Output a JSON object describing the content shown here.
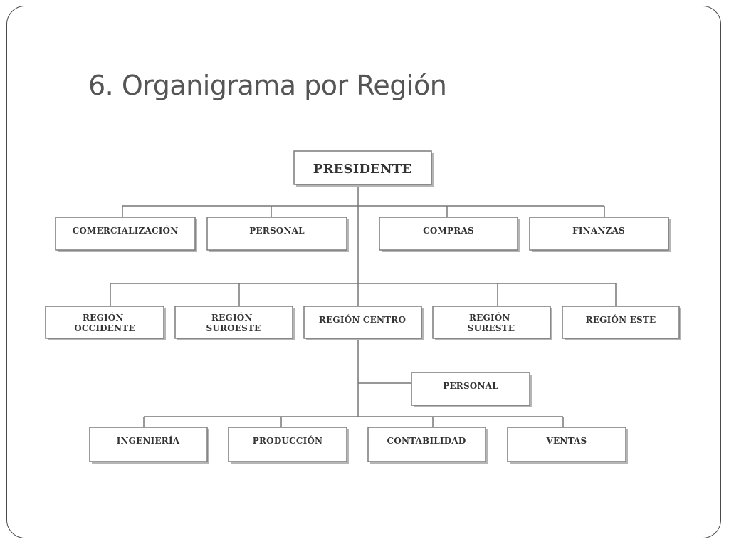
{
  "title": "6. Organigrama por Región",
  "org_chart": {
    "president": "PRESIDENTE",
    "departments": [
      "COMERCIALIZACIÓN",
      "PERSONAL",
      "COMPRAS",
      "FINANZAS"
    ],
    "regions": [
      [
        "REGIÓN",
        "OCCIDENTE"
      ],
      [
        "REGIÓN",
        "SUROESTE"
      ],
      [
        "REGIÓN CENTRO"
      ],
      [
        "REGIÓN",
        "SURESTE"
      ],
      [
        "REGIÓN ESTE"
      ]
    ],
    "centro_staff": "PERSONAL",
    "centro_units": [
      "INGENIERÍA",
      "PRODUCCIÓN",
      "CONTABILIDAD",
      "VENTAS"
    ]
  }
}
